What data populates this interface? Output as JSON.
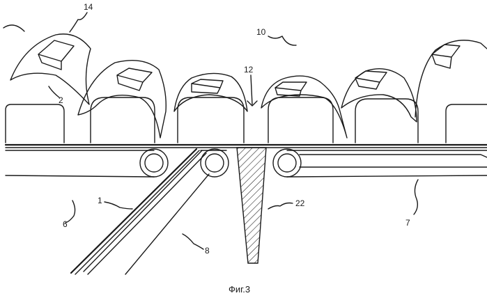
{
  "figure": {
    "caption": "Фиг.3",
    "labels": {
      "l14": "14",
      "l10": "10",
      "l12": "12",
      "l2": "2",
      "l22": "22",
      "l1": "1",
      "l6": "6",
      "l8": "8",
      "l7": "7"
    }
  }
}
